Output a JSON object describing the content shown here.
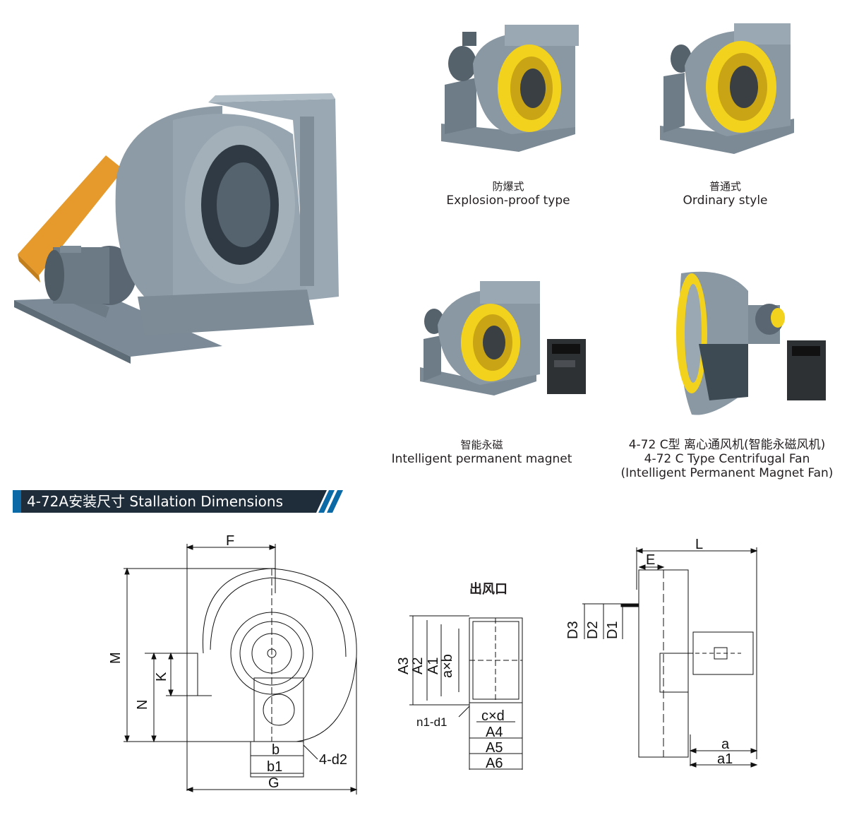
{
  "products": [
    {
      "zh": "防爆式",
      "en": "Explosion-proof type"
    },
    {
      "zh": "普通式",
      "en": "Ordinary style"
    },
    {
      "zh": "智能永磁",
      "en": "Intelligent permanent magnet"
    },
    {
      "zh": "4-72 C型 离心通风机(智能永磁风机)",
      "en": "4-72 C Type Centrifugal Fan",
      "en2": "(Intelligent Permanent Magnet Fan)"
    }
  ],
  "section": {
    "title": "4-72A安装尺寸 Stallation Dimensions"
  },
  "outlet_title": "出风口",
  "dims": {
    "F": "F",
    "M": "M",
    "N": "N",
    "K": "K",
    "b": "b",
    "b1": "b1",
    "G": "G",
    "d2": "4-d2",
    "A3": "A3",
    "A2": "A2",
    "A1": "A1",
    "axb": "a×b",
    "cxd": "c×d",
    "n1d1": "n1-d1",
    "A4": "A4",
    "A5": "A5",
    "A6": "A6",
    "L": "L",
    "E": "E",
    "D3": "D3",
    "D2": "D2",
    "D1": "D1",
    "a": "a",
    "a1": "a1"
  },
  "colors": {
    "fan_body": "#8a98a3",
    "impeller": "#f2d21c",
    "belt_guard": "#e59a2b",
    "accent": "#0b6aa6",
    "bar": "#1f2c3a"
  }
}
